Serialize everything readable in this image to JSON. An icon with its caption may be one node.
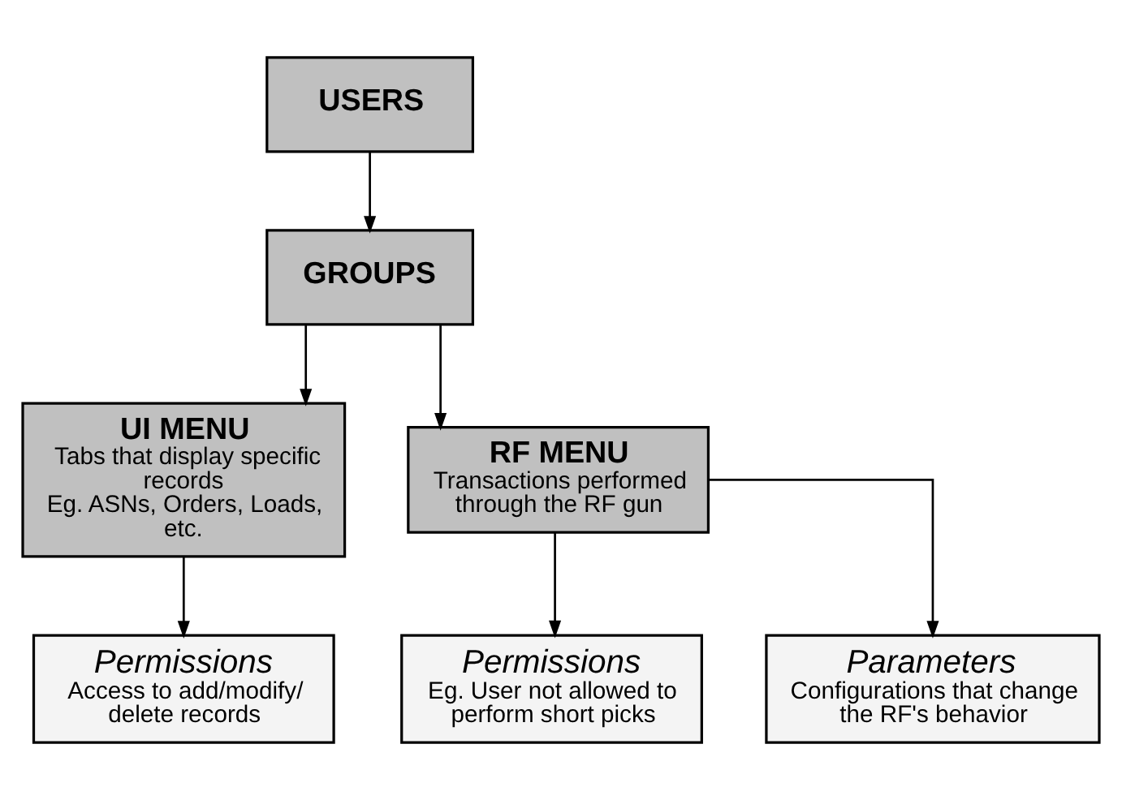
{
  "diagram": {
    "nodes": [
      {
        "text": [
          "USERS"
        ]
      },
      {
        "text": [
          "GROUPS"
        ]
      },
      {
        "text": [
          "UI MENU",
          "Tabs that display specific records",
          "Eg. ASNs, Orders, Loads, etc."
        ]
      },
      {
        "text": [
          "RF MENU",
          "Transactions performed through the RF gun"
        ]
      },
      {
        "text": [
          "Permissions",
          "Access to add/modify/ delete records"
        ]
      },
      {
        "text": [
          "Permissions",
          "Eg. User not allowed to perform short picks"
        ]
      },
      {
        "text": [
          "Parameters",
          "Configurations that change the RF's behavior"
        ]
      }
    ],
    "edges": [
      {
        "from": 0,
        "to": 1,
        "arrow": "to"
      },
      {
        "from": 1,
        "to": 2,
        "arrow": "to"
      },
      {
        "from": 1,
        "to": 3,
        "arrow": "to"
      },
      {
        "from": 2,
        "to": 4,
        "arrow": "to"
      },
      {
        "from": 3,
        "to": 5,
        "arrow": "to"
      },
      {
        "from": 3,
        "to": 6,
        "arrow": "to"
      }
    ]
  }
}
